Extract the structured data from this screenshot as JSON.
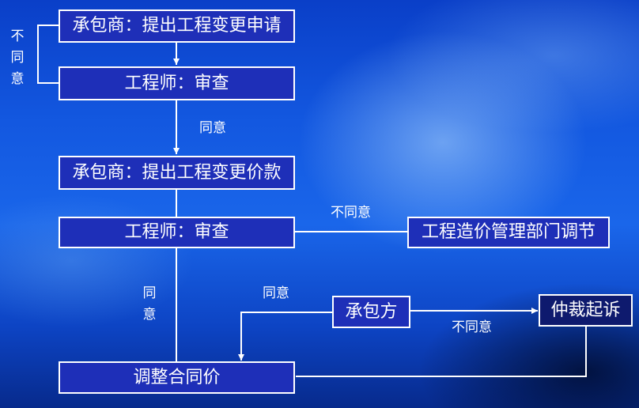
{
  "boxes": {
    "submit_change": "承包商：提出工程变更申请",
    "engineer_review_1": "工程师：审查",
    "submit_price": "承包商：提出工程变更价款",
    "engineer_review_2": "工程师：审查",
    "cost_mediation": "工程造价管理部门调节",
    "contractor": "承包方",
    "arbitration": "仲裁起诉",
    "adjust_price": "调整合同价"
  },
  "labels": {
    "disagree_loop": "不同意",
    "agree_1": "同意",
    "disagree_mediation": "不同意",
    "agree_2": "同意",
    "agree_3": "同意",
    "disagree_arbitration": "不同意"
  },
  "colors": {
    "box_fill": "#1e2fb8",
    "box_border": "#ffffff",
    "line": "#ffffff"
  }
}
